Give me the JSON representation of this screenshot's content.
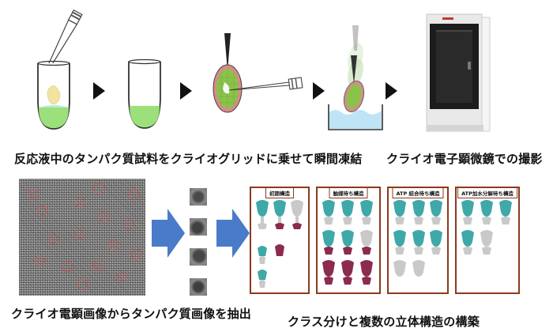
{
  "captions": {
    "step1": "反応液中のタンパク質試料をクライオグリッドに乗せて瞬間凍結",
    "step2": "クライオ電子顕微鏡での撮影",
    "step3": "クライオ電顕画像からタンパク質画像を抽出",
    "step4": "クラス分けと複数の立体構造の構築"
  },
  "panels": [
    {
      "title": "初期構造"
    },
    {
      "title": "触媒待ち構造"
    },
    {
      "title": "ATP 結合待ち構造"
    },
    {
      "title": "ATP加水分解待ち構造"
    }
  ],
  "colors": {
    "panel_border": "#8b3a1c",
    "arrow_blue": "#4a7bc8",
    "liquid_green": "#9be07a",
    "liquid_yellow": "#f3e3a0",
    "grid_green": "#8bc34a",
    "grid_red": "#d88a8a",
    "mol_teal": "#3fa8a8",
    "mol_maroon": "#8b2b4f",
    "mol_grey": "#c9c9c9"
  }
}
